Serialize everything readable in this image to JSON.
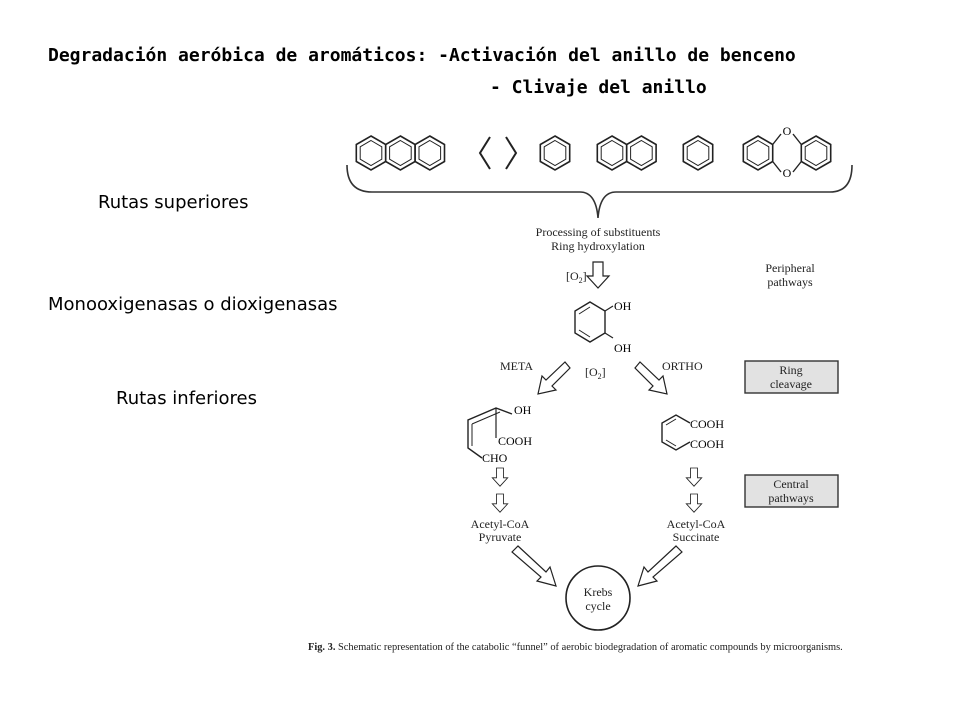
{
  "title": {
    "line1": "Degradación aeróbica de aromáticos: -Activación del anillo de benceno",
    "line2": "- Clivaje del anillo"
  },
  "side_labels": {
    "upper": "Rutas superiores",
    "enzymes": "Monooxigenasas o dioxigenasas",
    "lower": "Rutas inferiores"
  },
  "diagram": {
    "ring_o_label": "O",
    "processing_line1": "Processing of substituents",
    "processing_line2": "Ring hydroxylation",
    "o2_label": "[O",
    "o2_sub": "2",
    "o2_close": "]",
    "oh_label": "OH",
    "peripheral_line1": "Peripheral",
    "peripheral_line2": "pathways",
    "meta_label": "META",
    "ortho_label": "ORTHO",
    "ring_cleavage_line1": "Ring",
    "ring_cleavage_line2": "cleavage",
    "cooh_label": "COOH",
    "cho_label": "CHO",
    "central_line1": "Central",
    "central_line2": "pathways",
    "meta_product_line1": "Acetyl-CoA",
    "meta_product_line2": "Pyruvate",
    "ortho_product_line1": "Acetyl-CoA",
    "ortho_product_line2": "Succinate",
    "krebs_line1": "Krebs",
    "krebs_line2": "cycle",
    "caption_bold": "Fig. 3.",
    "caption_text": " Schematic representation of the catabolic “funnel” of aerobic biodegradation of aromatic compounds by microorganisms."
  }
}
